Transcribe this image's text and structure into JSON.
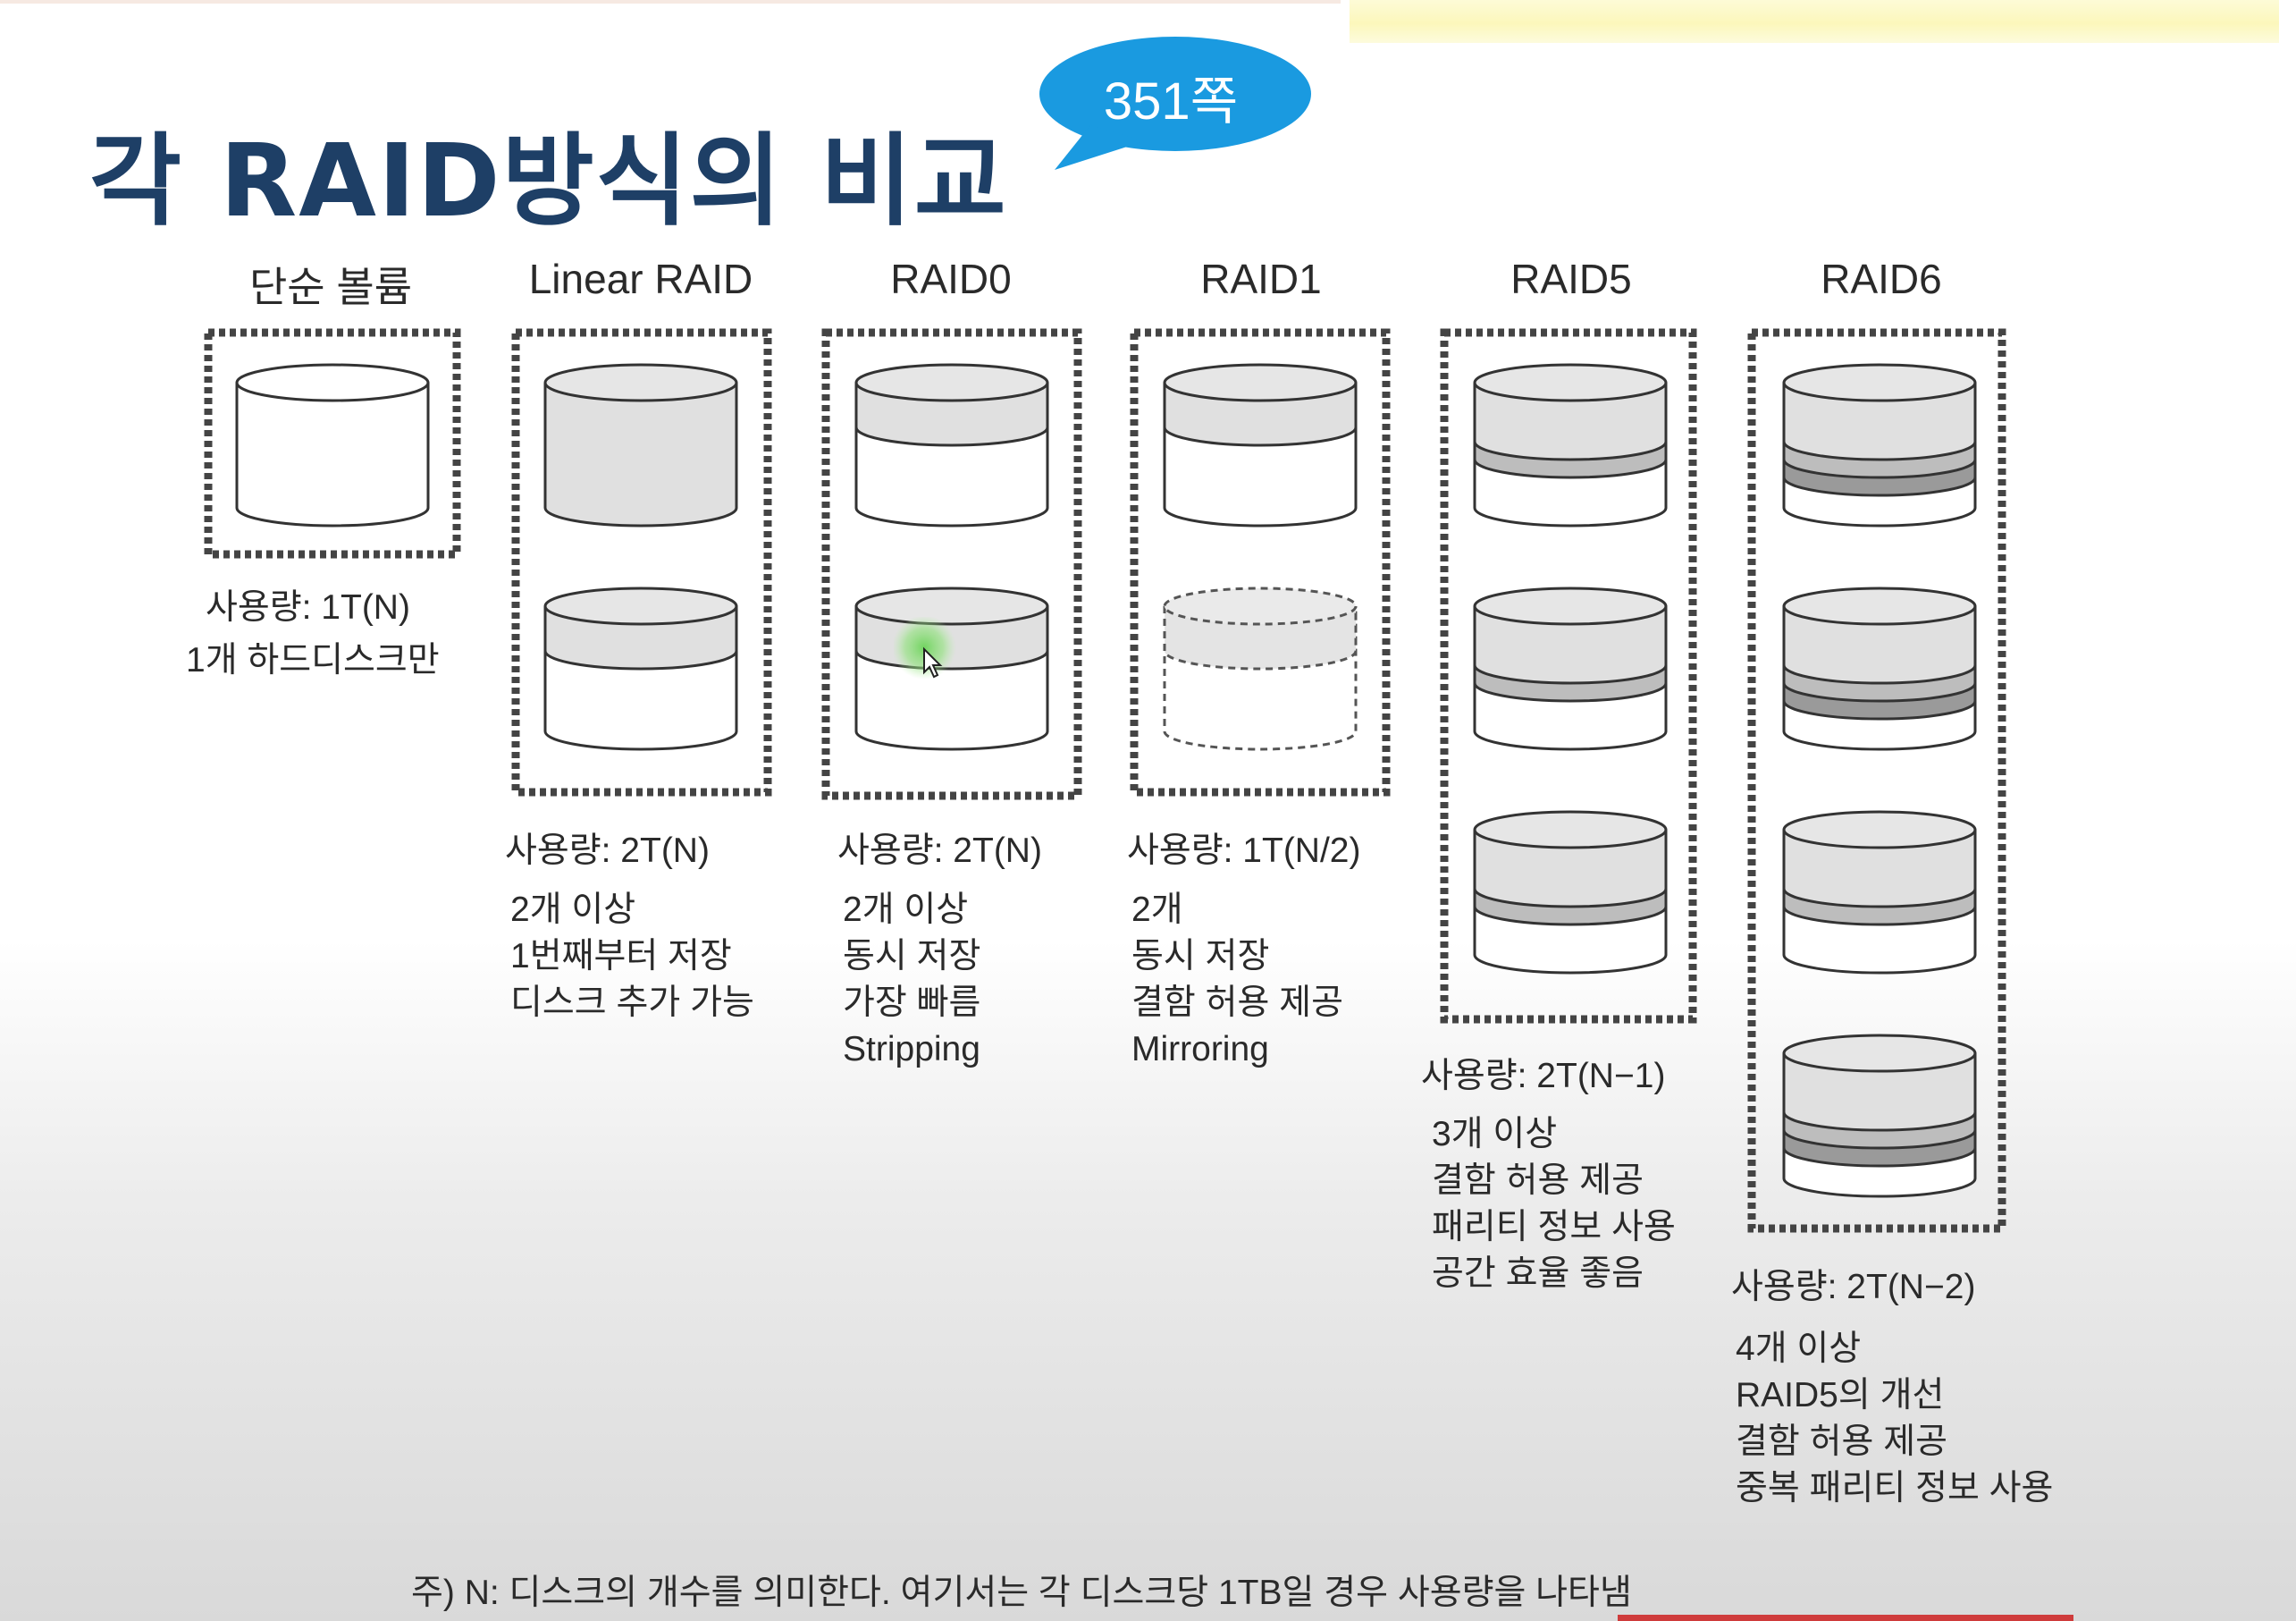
{
  "title": "각 RAID방식의 비교",
  "page_ref": "351쪽",
  "columns": [
    {
      "title": "단순 볼륨",
      "usage": "사용량: 1T(N)",
      "desc": [
        "1개 하드디스크만"
      ]
    },
    {
      "title": "Linear RAID",
      "usage": "사용량: 2T(N)",
      "desc": [
        "2개 이상",
        "1번째부터 저장",
        "디스크 추가 가능"
      ]
    },
    {
      "title": "RAID0",
      "usage": "사용량: 2T(N)",
      "desc": [
        "2개 이상",
        "동시 저장",
        "가장 빠름",
        "Stripping"
      ]
    },
    {
      "title": "RAID1",
      "usage": "사용량: 1T(N/2)",
      "desc": [
        "2개",
        "동시 저장",
        "결함 허용 제공",
        "Mirroring"
      ]
    },
    {
      "title": "RAID5",
      "usage": "사용량: 2T(N−1)",
      "desc": [
        "3개 이상",
        "결함 허용 제공",
        "패리티 정보 사용",
        "공간 효율 좋음"
      ]
    },
    {
      "title": "RAID6",
      "usage": "사용량: 2T(N−2)",
      "desc": [
        "4개 이상",
        "RAID5의 개선",
        "결함 허용 제공",
        "중복 패리티 정보 사용"
      ]
    }
  ],
  "footnote": "주) N: 디스크의 개수를 의미한다. 여기서는 각 디스크당 1TB일 경우 사용량을 나타냄",
  "colors": {
    "title": "#1e3f66",
    "bubble": "#1a9ae0",
    "disk_fill": "#e0e0e0",
    "parity_fill": "#bdbdbd",
    "parity2_fill": "#9a9a9a",
    "outline": "#333333"
  }
}
